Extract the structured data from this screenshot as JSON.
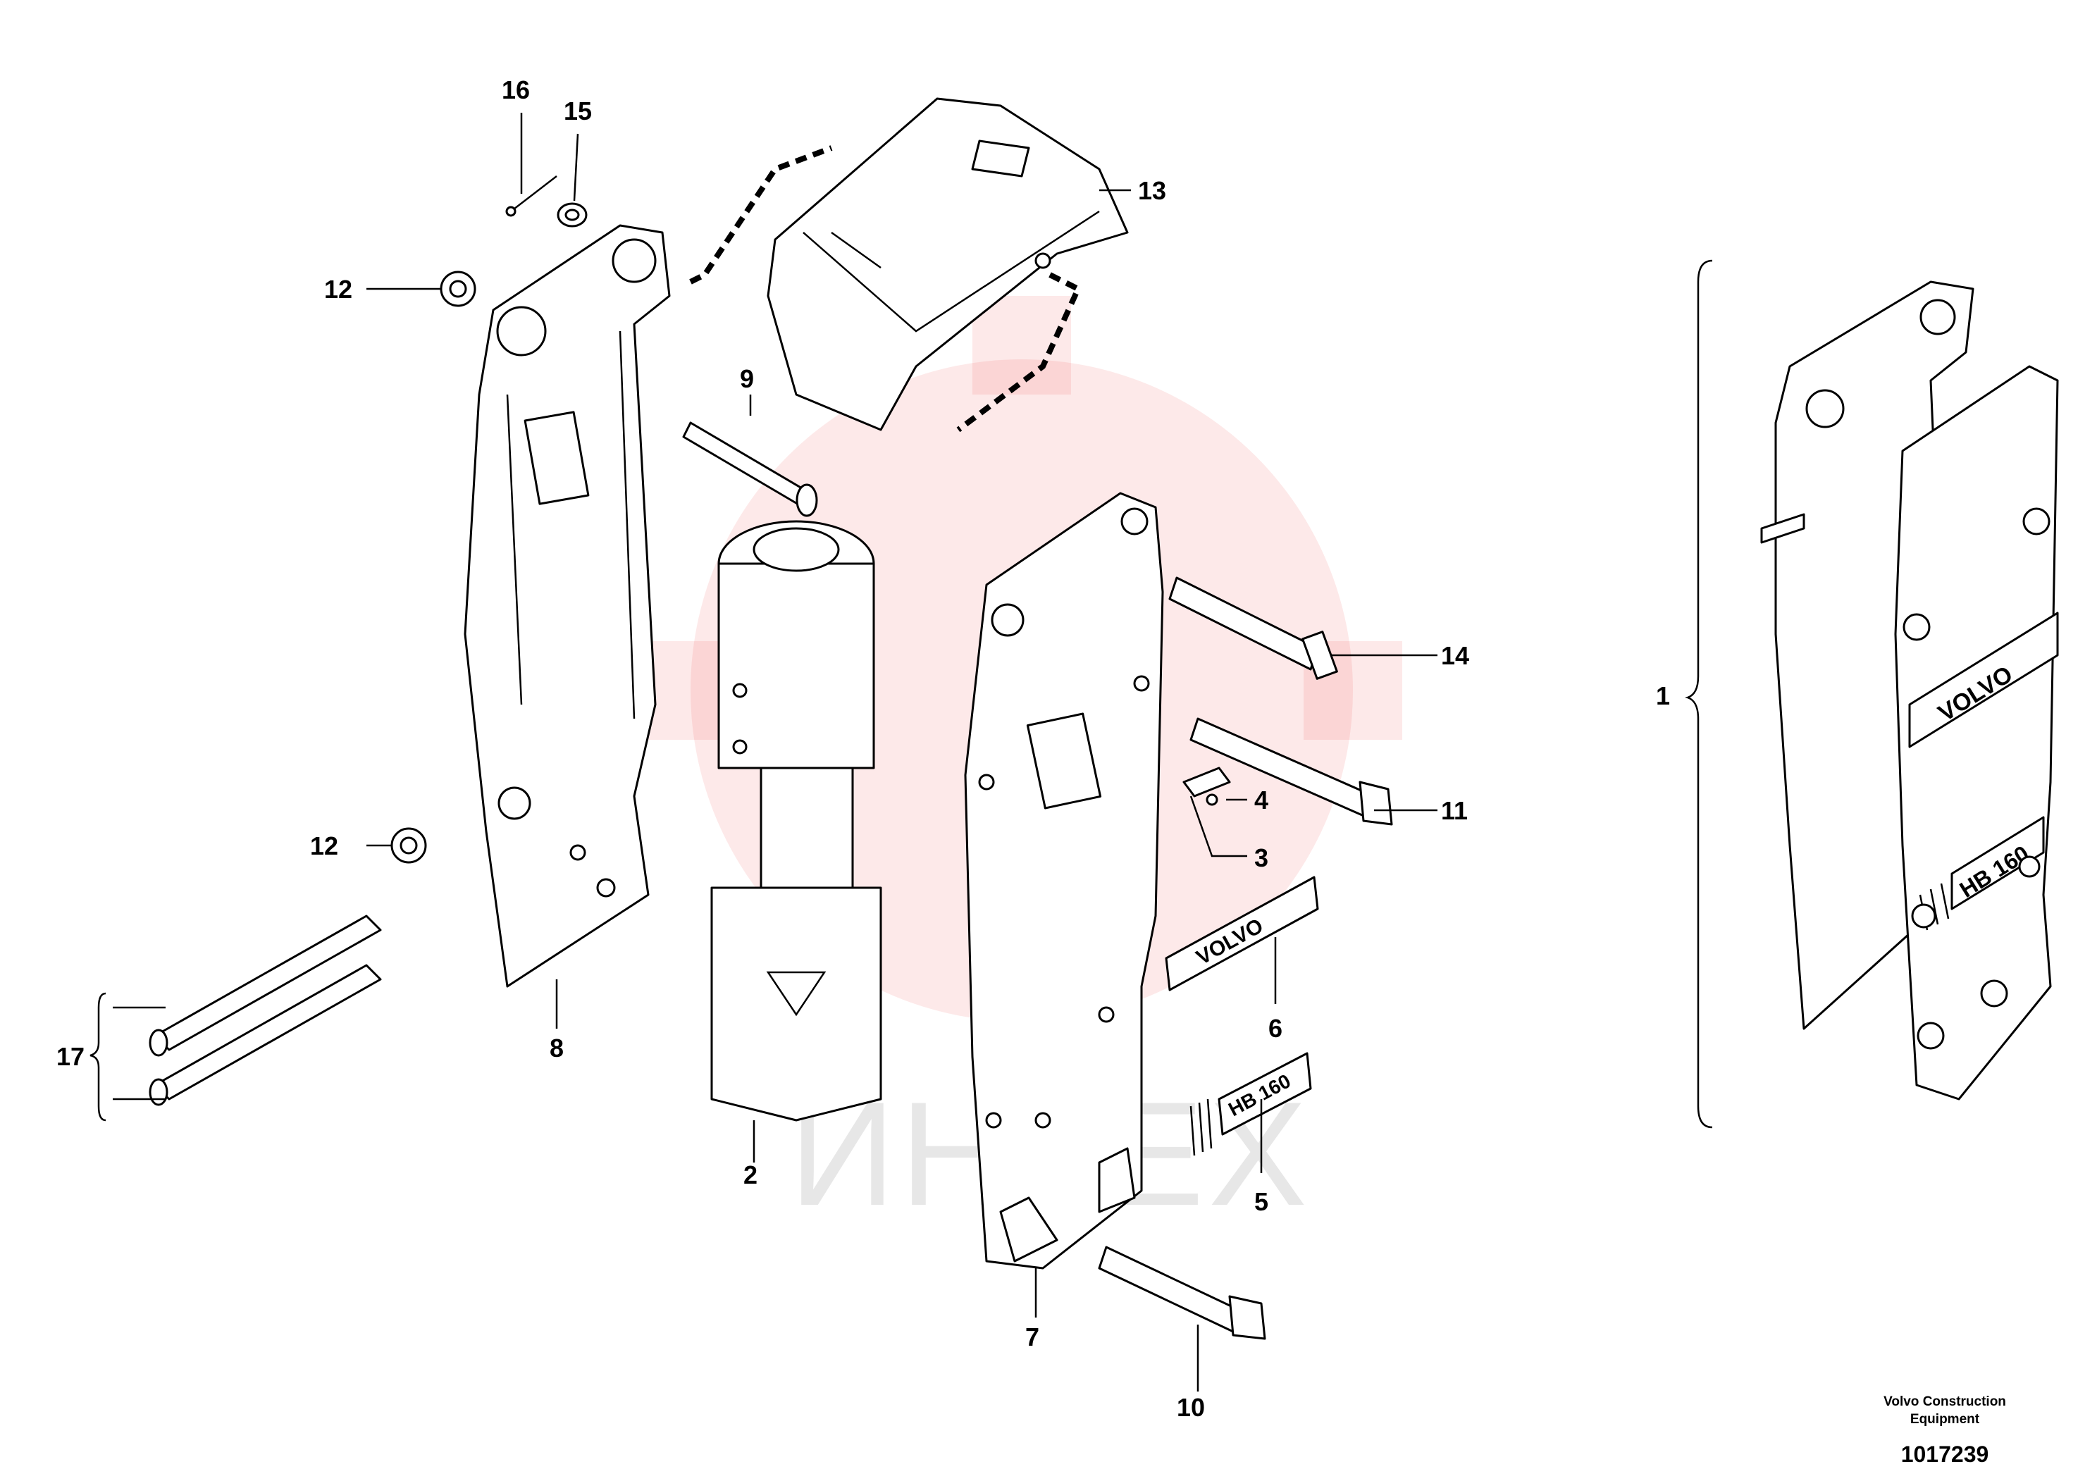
{
  "callouts": {
    "c1": "1",
    "c2": "2",
    "c3": "3",
    "c4": "4",
    "c5": "5",
    "c6": "6",
    "c7": "7",
    "c8": "8",
    "c9": "9",
    "c10": "10",
    "c11": "11",
    "c12a": "12",
    "c12b": "12",
    "c13": "13",
    "c14": "14",
    "c15": "15",
    "c16": "16",
    "c17": "17"
  },
  "decals": {
    "volvo_decal": "VOLVO",
    "model_decal": "HB 160",
    "assembly_volvo": "VOLVO",
    "assembly_model": "HB 160"
  },
  "watermark": "ИНТЕХ",
  "footer": {
    "company_line1": "Volvo Construction",
    "company_line2": "Equipment",
    "drawing_number": "1017239"
  },
  "colors": {
    "watermark": "#ef4b4b",
    "line": "#000000"
  }
}
